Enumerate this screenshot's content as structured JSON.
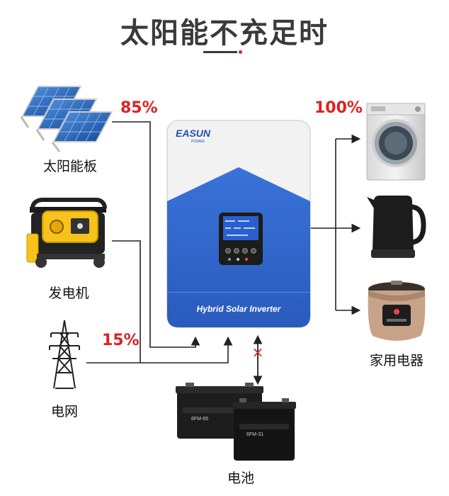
{
  "title": "太阳能不充足时",
  "sources": {
    "solar": {
      "label": "太阳能板",
      "percent": "85%"
    },
    "generator": {
      "label": "发电机"
    },
    "grid": {
      "label": "电网",
      "percent": "15%"
    }
  },
  "inverter": {
    "brand": "EASUN",
    "brand_sub": "POWER",
    "model": "Hybrid Solar Inverter"
  },
  "battery": {
    "label": "电池",
    "model_large": "6FM-65",
    "model_small": "6FM-31",
    "blocked_mark": "×"
  },
  "loads": {
    "label": "家用电器",
    "percent": "100%"
  },
  "colors": {
    "inverter_blue": "#2f63c8",
    "accent_red": "#e02020",
    "line": "#222222"
  }
}
